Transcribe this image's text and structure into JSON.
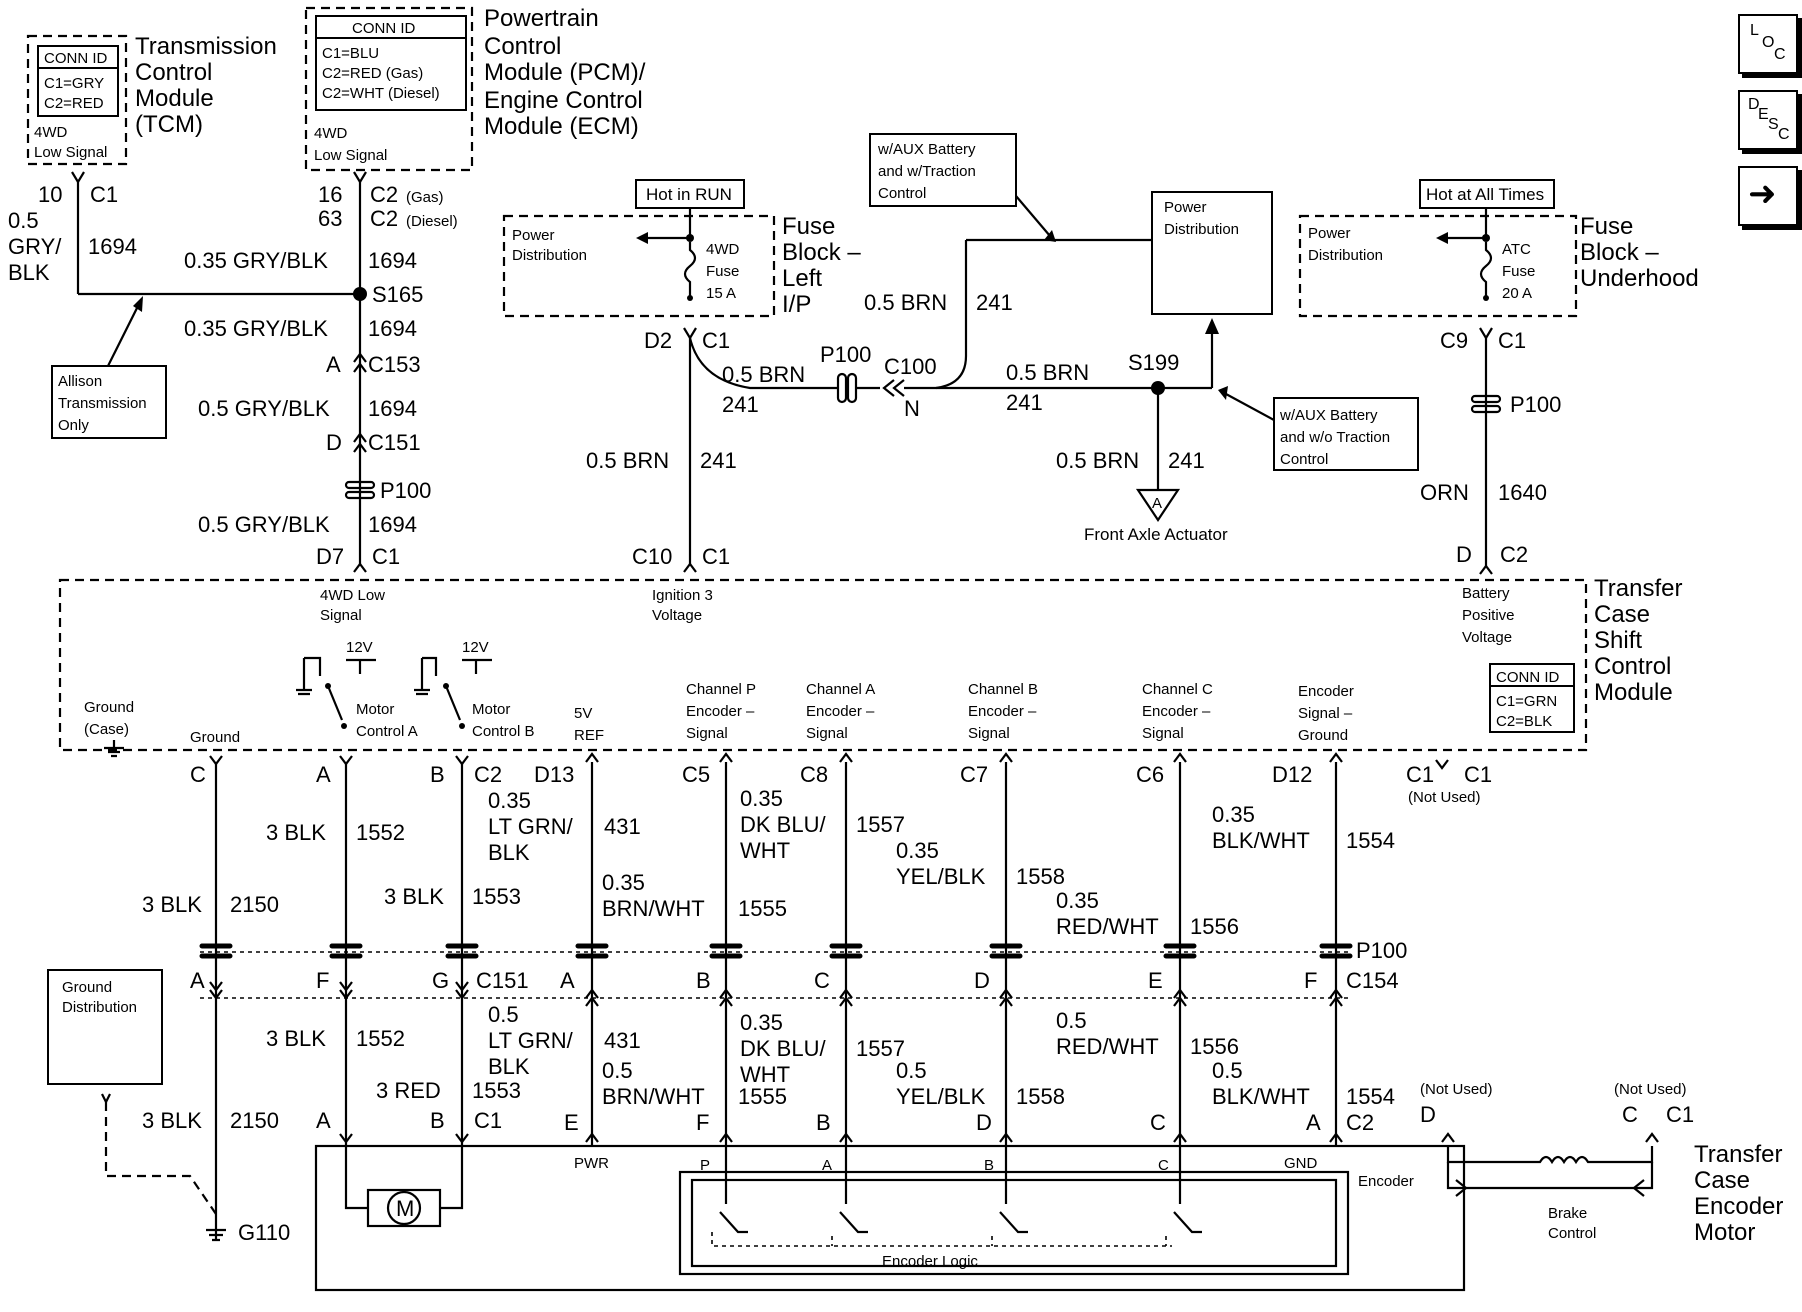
{
  "nav": {
    "loc_1": "L",
    "loc_2": "O",
    "loc_3": "C",
    "desc_1": "D",
    "desc_2": "E",
    "desc_3": "S",
    "desc_4": "C",
    "next": "➜"
  },
  "tcm": {
    "conn_title": "CONN ID",
    "conn_1": "C1=GRY",
    "conn_2": "C2=RED",
    "l1": "Transmission",
    "l2": "Control",
    "l3": "Module",
    "l4": "(TCM)",
    "sig1": "4WD",
    "sig2": "Low Signal",
    "pin": "10",
    "conn": "C1",
    "gauge1": "0.5",
    "gauge2": "GRY/",
    "gauge3": "BLK",
    "circuit": "1694"
  },
  "pcm": {
    "conn_title": "CONN ID",
    "conn_1": "C1=BLU",
    "conn_2": "C2=RED (Gas)",
    "conn_3": "C2=WHT (Diesel)",
    "l1": "Powertrain",
    "l2": "Control",
    "l3": "Module (PCM)/",
    "l4": "Engine Control",
    "l5": "Module (ECM)",
    "sig1": "4WD",
    "sig2": "Low Signal",
    "pin1": "16",
    "pin2": "63",
    "conn1": "C2",
    "conn1_note": "(Gas)",
    "conn2": "C2",
    "conn2_note": "(Diesel)"
  },
  "left_chain": {
    "w1": "0.35 GRY/BLK",
    "c1": "1694",
    "splice": "S165",
    "w2": "0.35 GRY/BLK",
    "c2": "1694",
    "pinA": "A",
    "connA": "C153",
    "w3": "0.5 GRY/BLK",
    "c3": "1694",
    "pinD": "D",
    "connD": "C151",
    "p100": "P100",
    "w4": "0.5 GRY/BLK",
    "c4": "1694",
    "pinD7": "D7",
    "connC1": "C1",
    "allison1": "Allison",
    "allison2": "Transmission",
    "allison3": "Only"
  },
  "fuse_lip": {
    "hot": "Hot in RUN",
    "pd1": "Power",
    "pd2": "Distribution",
    "f1": "4WD",
    "f2": "Fuse",
    "f3": "15 A",
    "l1": "Fuse",
    "l2": "Block –",
    "l3": "Left",
    "l4": "I/P",
    "pinD2": "D2",
    "connC1": "C1"
  },
  "aux_box1": {
    "l1": "w/AUX Battery",
    "l2": "and w/Traction",
    "l3": "Control"
  },
  "aux_box2": {
    "l1": "w/AUX Battery",
    "l2": "and w/o Traction",
    "l3": "Control"
  },
  "pd_center": {
    "l1": "Power",
    "l2": "Distribution"
  },
  "mid": {
    "w_top": "0.5 BRN",
    "c_top": "241",
    "w_a": "0.5 BRN",
    "c_a": "241",
    "p100": "P100",
    "c100": "C100",
    "n": "N",
    "w_b": "0.5 BRN",
    "c_b": "241",
    "s199": "S199",
    "w_c": "0.5 BRN",
    "c_c": "241",
    "w_d": "0.5 BRN",
    "c_d": "241",
    "front1": "A",
    "front2": "Front Axle Actuator",
    "pinC10": "C10",
    "connC1": "C1"
  },
  "fuse_uh": {
    "hot": "Hot at All Times",
    "pd1": "Power",
    "pd2": "Distribution",
    "f1": "ATC",
    "f2": "Fuse",
    "f3": "20 A",
    "l1": "Fuse",
    "l2": "Block –",
    "l3": "Underhood",
    "pinC9": "C9",
    "connC1": "C1",
    "p100": "P100",
    "wire": "ORN",
    "circuit": "1640",
    "pinD": "D",
    "connC2": "C2"
  },
  "module": {
    "l1": "Transfer",
    "l2": "Case",
    "l3": "Shift",
    "l4": "Control",
    "l5": "Module",
    "conn_title": "CONN ID",
    "conn_1": "C1=GRN",
    "conn_2": "C2=BLK",
    "sig_4wd1": "4WD Low",
    "sig_4wd2": "Signal",
    "ign1": "Ignition 3",
    "ign2": "Voltage",
    "bat1": "Battery",
    "bat2": "Positive",
    "bat3": "Voltage",
    "gnd_case1": "Ground",
    "gnd_case2": "(Case)",
    "v12a": "12V",
    "v12b": "12V",
    "mca1": "Motor",
    "mca2": "Control A",
    "mcb1": "Motor",
    "mcb2": "Control B",
    "gnd": "Ground",
    "ref1": "5V",
    "ref2": "REF",
    "chp1": "Channel P",
    "chp2": "Encoder –",
    "chp3": "Signal",
    "cha1": "Channel A",
    "cha2": "Encoder –",
    "cha3": "Signal",
    "chb1": "Channel B",
    "chb2": "Encoder –",
    "chb3": "Signal",
    "chc1": "Channel C",
    "chc2": "Encoder –",
    "chc3": "Signal",
    "eg1": "Encoder",
    "eg2": "Signal –",
    "eg3": "Ground"
  },
  "pins_top": [
    "C",
    "A",
    "B",
    "C2",
    "D13",
    "C5",
    "C8",
    "C7",
    "C6",
    "D12",
    "C1",
    "C1"
  ],
  "not_used_top": "(Not Used)",
  "upper_wires": {
    "g1": "3 BLK",
    "n1": "2150",
    "g2": "3 BLK",
    "n2": "1552",
    "g3": "3 BLK",
    "n3": "1553",
    "g4a": "0.35",
    "g4b": "LT GRN/",
    "g4c": "BLK",
    "n4": "431",
    "g5a": "0.35",
    "g5b": "BRN/WHT",
    "n5": "1555",
    "g6a": "0.35",
    "g6b": "DK BLU/",
    "g6c": "WHT",
    "n6": "1557",
    "g7a": "0.35",
    "g7b": "YEL/BLK",
    "n7": "1558",
    "g8a": "0.35",
    "g8b": "RED/WHT",
    "n8": "1556",
    "g9a": "0.35",
    "g9b": "BLK/WHT",
    "n9": "1554"
  },
  "c154": {
    "p100": "P100",
    "conn": "C154",
    "c151": "C151",
    "pins": [
      "A",
      "F",
      "G",
      "A",
      "B",
      "C",
      "D",
      "E",
      "F"
    ]
  },
  "lower_wires": {
    "g1": "3 BLK",
    "n1": "2150",
    "g2": "3 BLK",
    "n2": "1552",
    "g3": "3 RED",
    "n3": "1553",
    "g4a": "0.5",
    "g4b": "LT GRN/",
    "g4c": "BLK",
    "n4": "431",
    "g5a": "0.5",
    "g5b": "BRN/WHT",
    "n5": "1555",
    "g6a": "0.35",
    "g6b": "DK BLU/",
    "g6c": "WHT",
    "n6": "1557",
    "g7a": "0.5",
    "g7b": "YEL/BLK",
    "n7": "1558",
    "g8a": "0.5",
    "g8b": "RED/WHT",
    "n8": "1556",
    "g9a": "0.5",
    "g9b": "BLK/WHT",
    "n9": "1554"
  },
  "gnd_dist": {
    "l1": "Ground",
    "l2": "Distribution",
    "g110": "G110"
  },
  "pins_bottom": [
    "A",
    "B",
    "C1",
    "E",
    "F",
    "B",
    "D",
    "C",
    "A",
    "C2"
  ],
  "motor": {
    "l1": "Transfer",
    "l2": "Case",
    "l3": "Encoder",
    "l4": "Motor",
    "m": "M",
    "pwr": "PWR",
    "p": "P",
    "a": "A",
    "b": "B",
    "c": "C",
    "gnd": "GND",
    "encoder": "Encoder",
    "logic": "Encoder Logic",
    "brake1": "Brake",
    "brake2": "Control",
    "nu1": "(Not Used)",
    "nu2": "(Not Used)",
    "pinD": "D",
    "pinC": "C",
    "connC1": "C1"
  }
}
